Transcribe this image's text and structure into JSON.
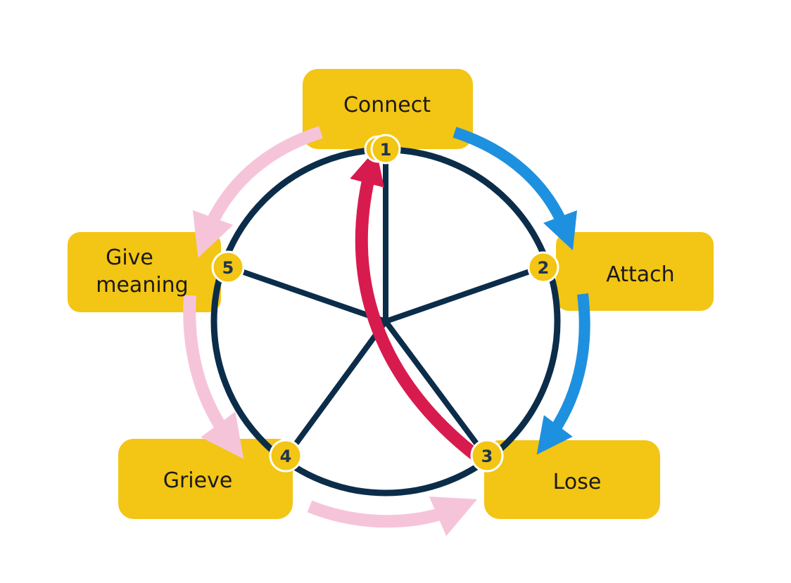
{
  "colors": {
    "box": "#F3C514",
    "circle": "#0B2D4A",
    "blue_arrow": "#1E90E0",
    "pink_arrow": "#F6C4D8",
    "red_arrow": "#D81B4E",
    "node_fill": "#F3C514",
    "node_ring": "#FFFFFF"
  },
  "stages": [
    {
      "id": "connect",
      "label": "Connect",
      "number": "1"
    },
    {
      "id": "attach",
      "label": "Attach",
      "number": "2"
    },
    {
      "id": "lose",
      "label": "Lose",
      "number": "3"
    },
    {
      "id": "grieve",
      "label": "Grieve",
      "number": "4"
    },
    {
      "id": "give-meaning",
      "label_line1": "Give",
      "label_line2": "meaning",
      "number": "5"
    }
  ]
}
